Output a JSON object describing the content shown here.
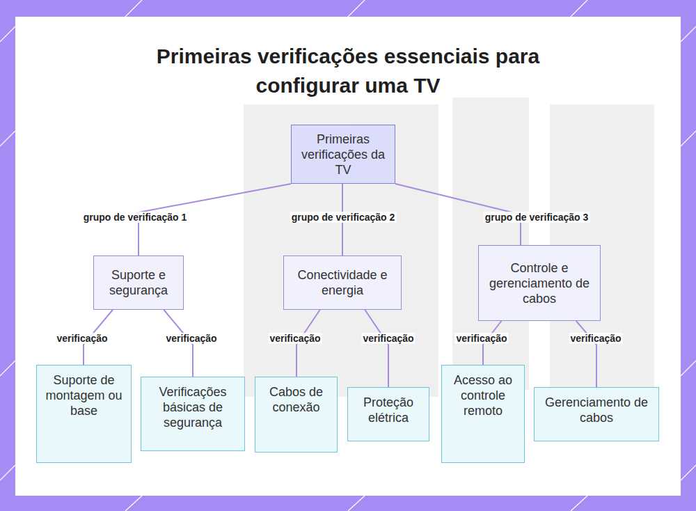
{
  "diagram": {
    "title": "Primeiras verificações essenciais para configurar uma TV",
    "nodes": [
      {
        "text": [
          "Primeiras verificações da TV"
        ]
      },
      {
        "text": [
          "Suporte e segurança"
        ]
      },
      {
        "text": [
          "Conectividade e energia"
        ]
      },
      {
        "text": [
          "Controle e gerenciamento de cabos"
        ]
      },
      {
        "text": [
          "Suporte de montagem ou base"
        ]
      },
      {
        "text": [
          "Verificações básicas de segurança"
        ]
      },
      {
        "text": [
          "Cabos de conexão"
        ]
      },
      {
        "text": [
          "Proteção elétrica"
        ]
      },
      {
        "text": [
          "Acesso ao controle remoto"
        ]
      },
      {
        "text": [
          "Gerenciamento de cabos"
        ]
      }
    ],
    "edges": [
      {
        "from": 0,
        "to": 1,
        "label": "grupo de verificação 1",
        "arrow": "none"
      },
      {
        "from": 0,
        "to": 2,
        "label": "grupo de verificação 2",
        "arrow": "none"
      },
      {
        "from": 0,
        "to": 3,
        "label": "grupo de verificação 3",
        "arrow": "none"
      },
      {
        "from": 1,
        "to": 4,
        "label": "verificação",
        "arrow": "none"
      },
      {
        "from": 1,
        "to": 5,
        "label": "verificação",
        "arrow": "none"
      },
      {
        "from": 2,
        "to": 6,
        "label": "verificação",
        "arrow": "none"
      },
      {
        "from": 2,
        "to": 7,
        "label": "verificação",
        "arrow": "none"
      },
      {
        "from": 3,
        "to": 8,
        "label": "verificação",
        "arrow": "none"
      },
      {
        "from": 3,
        "to": 9,
        "label": "verificação",
        "arrow": "none"
      }
    ]
  }
}
